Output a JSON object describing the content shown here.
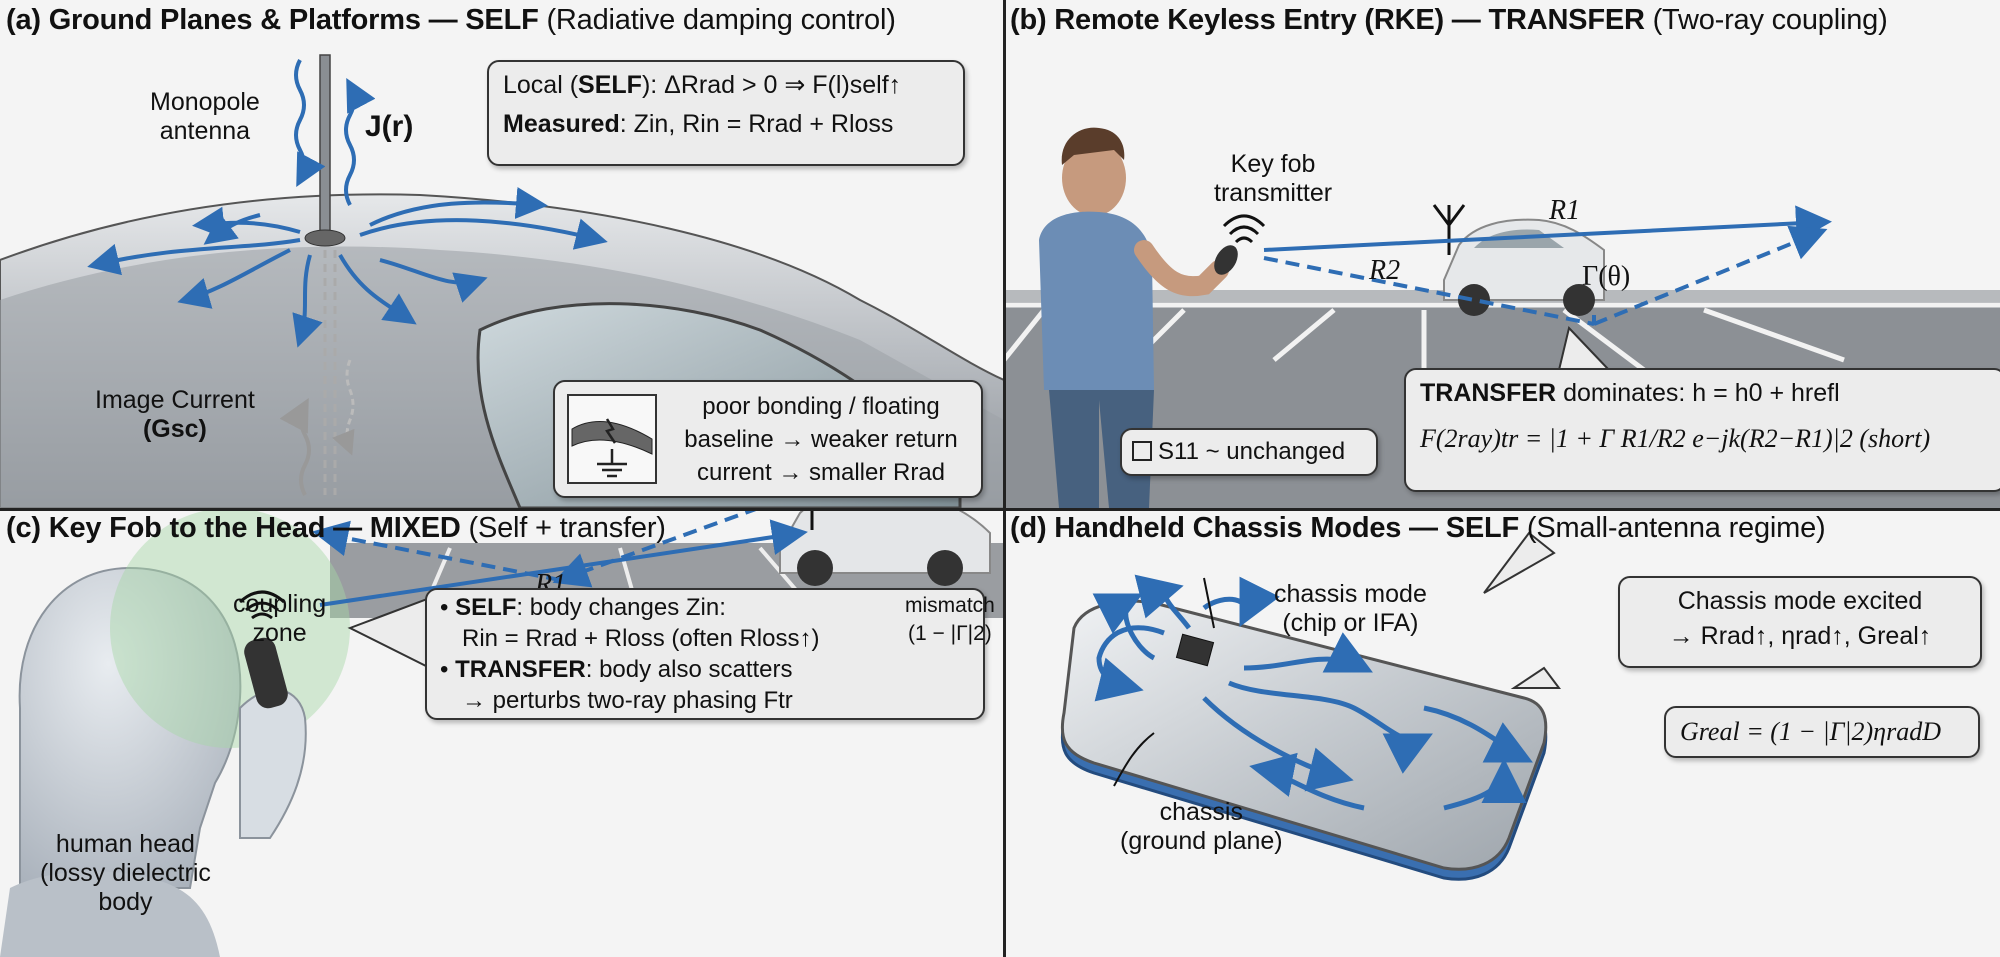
{
  "panel_a": {
    "title_prefix": "(a) Ground Planes & Platforms — SELF",
    "title_paren": "(Radiative damping control)",
    "monopole_label_1": "Monopole",
    "monopole_label_2": "antenna",
    "current_label": "J(r)",
    "image_current_label": "Image Current",
    "image_current_symbol": "(Gsc)",
    "box_local_prefix": "Local (",
    "box_local_self": "SELF",
    "box_local_rest": "): ΔRrad > 0 ⇒ F(l)self↑",
    "box_measured_label": "Measured",
    "box_measured_rest": ": Zin, Rin = Rrad + Rloss",
    "note_line1": "poor bonding / floating",
    "note_line2": "baseline → weaker return",
    "note_line3": "current → smaller Rrad"
  },
  "panel_b": {
    "title_prefix": "(b) Remote Keyless Entry (RKE) — TRANSFER",
    "title_paren": "(Two-ray coupling)",
    "fob_label_1": "Key fob",
    "fob_label_2": "transmitter",
    "r1_label": "R1",
    "r2_label": "R2",
    "gamma_label": "Γ(θ)",
    "s11_label": "S11 ~ unchanged",
    "transfer_bold": "TRANSFER",
    "transfer_rest": "dominates: h = h0 + hrefl",
    "formula_text": "F(2ray)tr = |1 + Γ R1/R2 e−jk(R2−R1)|2 (short)",
    "short_label": "(short)"
  },
  "panel_c": {
    "title_prefix": "(c) Key Fob to the Head — MIXED",
    "title_paren": "(Self + transfer)",
    "coupling_1": "coupling",
    "coupling_2": "zone",
    "r1_label": "R1",
    "head_1": "human head",
    "head_2": "(lossy dielectric",
    "head_3": "body",
    "self_bold": "SELF",
    "self_rest": ": body changes Zin:",
    "self_line2": "Rin = Rrad + Rloss (often Rloss↑)",
    "transfer_bold": "TRANSFER",
    "transfer_rest": ": body also scatters",
    "transfer_line2": "→ perturbs two-ray phasing Ftr",
    "mismatch_1": "mismatch",
    "mismatch_2": "(1 − |Γ|2)"
  },
  "panel_d": {
    "title_prefix": "(d) Handheld Chassis Modes — SELF",
    "title_paren": "(Small-antenna regime)",
    "chassis_mode_1": "chassis mode",
    "chassis_mode_2": "(chip or IFA)",
    "chassis_1": "chassis",
    "chassis_2": "(ground plane)",
    "excited_1": "Chassis mode excited",
    "excited_2": "→ Rrad↑, ηrad↑, Greal↑",
    "greal": "Greal = (1 − |Γ|2)ηradD"
  },
  "colors": {
    "arrow_blue": "#2e6db4",
    "frame": "#222222",
    "box_fill": "#ececec"
  }
}
